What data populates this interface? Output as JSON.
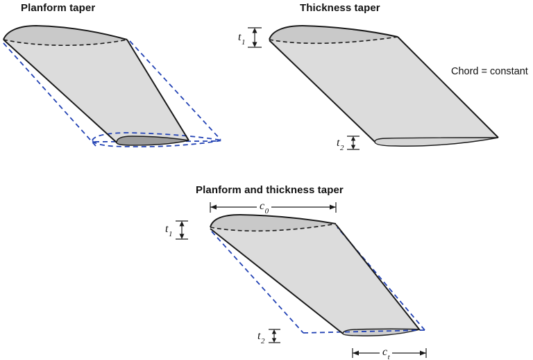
{
  "colors": {
    "outline_black": "#1a1a1a",
    "dashed_blue": "#2242b4",
    "wing_face": "#dcdcdc",
    "airfoil_top_face": "#c9c9c9",
    "tip_airfoil_dark": "#9c9c9c",
    "tip_airfoil_light": "#d6d6d6",
    "tip_airfoil_mid": "#cfcfcf"
  },
  "figures": {
    "planform": {
      "title": "Planform taper"
    },
    "thickness": {
      "title": "Thickness taper",
      "chord_note": "Chord = constant",
      "t1": {
        "base": "t",
        "sub": "1"
      },
      "t2": {
        "base": "t",
        "sub": "2"
      }
    },
    "combined": {
      "title": "Planform and thickness taper",
      "t1": {
        "base": "t",
        "sub": "1"
      },
      "t2": {
        "base": "t",
        "sub": "2"
      },
      "c0": {
        "base": "c",
        "sub": "0"
      },
      "ct": {
        "base": "c",
        "sub": "t"
      }
    }
  }
}
